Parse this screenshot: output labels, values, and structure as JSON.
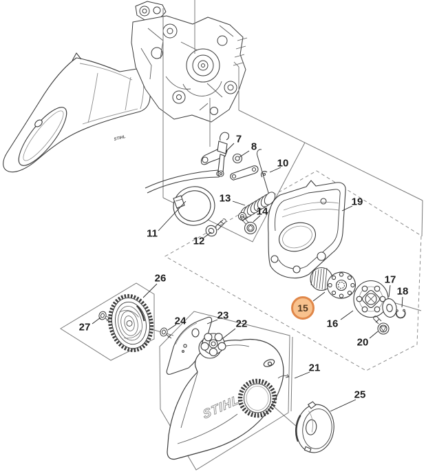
{
  "logo": {
    "text": "STIHL"
  },
  "colors": {
    "highlight_fill": "#F8C28E",
    "highlight_stroke": "#E08749",
    "highlight_text": "#50381F",
    "line": "#3a3a3a",
    "box_line": "#787878",
    "label_color": "#1a1a1a"
  },
  "parts": {
    "p7": {
      "label": "7"
    },
    "p8": {
      "label": "8"
    },
    "p10": {
      "label": "10"
    },
    "p11": {
      "label": "11"
    },
    "p12": {
      "label": "12"
    },
    "p13": {
      "label": "13"
    },
    "p14": {
      "label": "14"
    },
    "p15": {
      "label": "15"
    },
    "p16": {
      "label": "16"
    },
    "p17": {
      "label": "17"
    },
    "p18": {
      "label": "18"
    },
    "p19": {
      "label": "19"
    },
    "p20": {
      "label": "20"
    },
    "p21": {
      "label": "21"
    },
    "p22": {
      "label": "22"
    },
    "p23": {
      "label": "23"
    },
    "p24": {
      "label": "24"
    },
    "p25": {
      "label": "25"
    },
    "p26": {
      "label": "26"
    },
    "p27": {
      "label": "27"
    }
  }
}
